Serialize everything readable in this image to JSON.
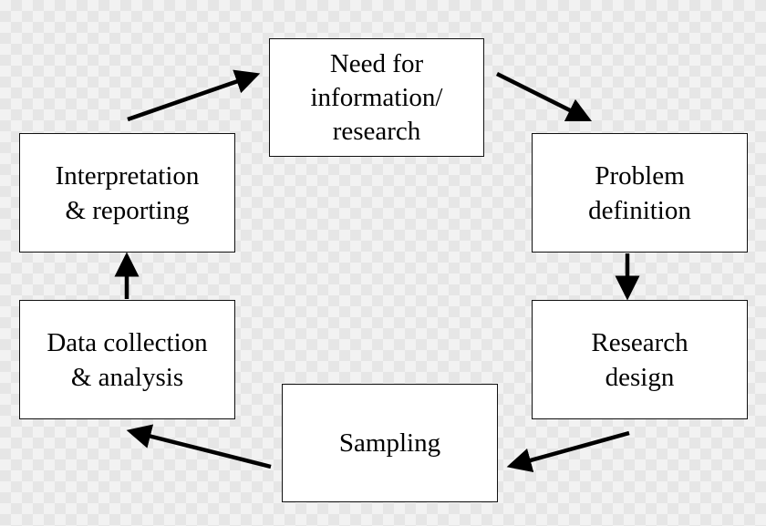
{
  "diagram": {
    "nodes": {
      "need": {
        "lines": [
          "Need for",
          "information/",
          "research"
        ]
      },
      "problem": {
        "lines": [
          "Problem",
          "definition"
        ]
      },
      "design": {
        "lines": [
          "Research",
          "design"
        ]
      },
      "sampling": {
        "lines": [
          "Sampling"
        ]
      },
      "data": {
        "lines": [
          "Data collection",
          "& analysis"
        ]
      },
      "interpretation": {
        "lines": [
          "Interpretation",
          "& reporting"
        ]
      }
    }
  }
}
